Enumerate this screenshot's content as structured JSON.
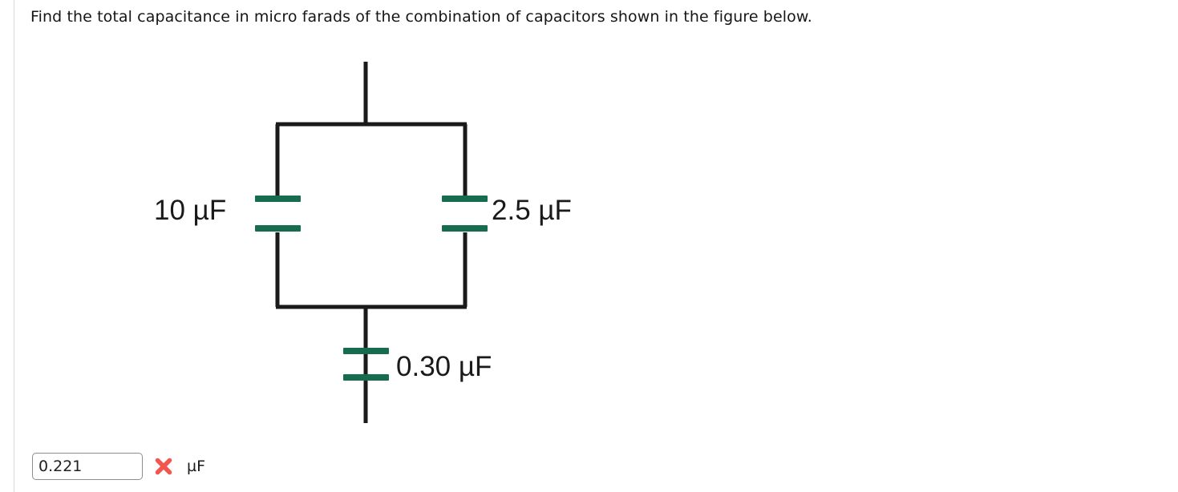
{
  "question": {
    "text": "Find the total capacitance in micro farads of the combination of capacitors shown in the figure below."
  },
  "figure": {
    "type": "circuit-diagram",
    "description": "Two capacitors in parallel, in series with a third capacitor",
    "wire_color": "#1a1a1a",
    "plate_color": "#176b4f",
    "capacitors": [
      {
        "id": "left",
        "label": "10 µF",
        "value": 10,
        "unit": "µF",
        "branch": "parallel-left"
      },
      {
        "id": "right",
        "label": "2.5 µF",
        "value": 2.5,
        "unit": "µF",
        "branch": "parallel-right"
      },
      {
        "id": "bottom",
        "label": "0.30 µF",
        "value": 0.3,
        "unit": "µF",
        "branch": "series"
      }
    ]
  },
  "answer": {
    "value": "0.221",
    "placeholder": "",
    "unit": "µF",
    "status": "incorrect",
    "status_icon": "x-mark-icon",
    "status_color": "#f2574f"
  }
}
